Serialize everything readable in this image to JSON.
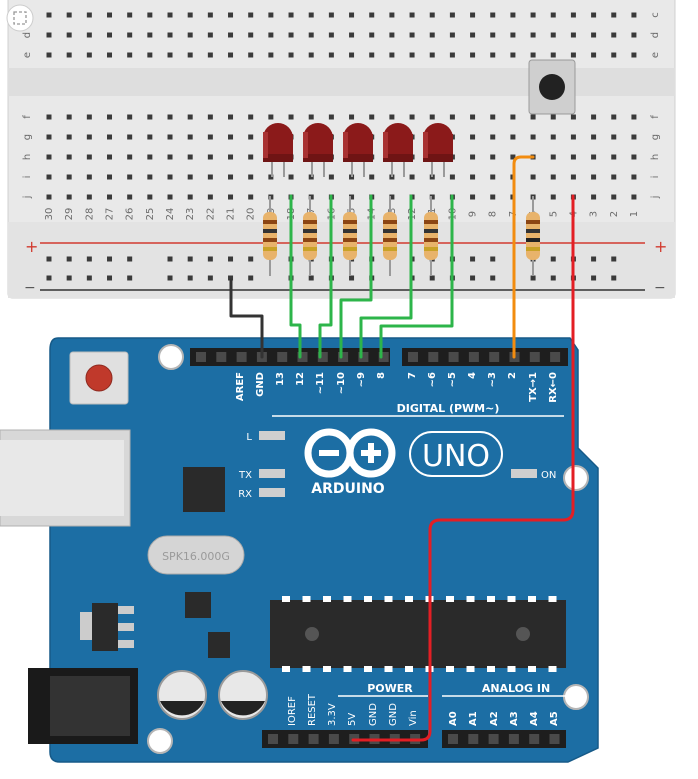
{
  "colors": {
    "breadboard": "#e9e9e9",
    "board_blue": "#1c6ea4",
    "led_red": "#8b1a1a",
    "wire_green": "#2db54a",
    "wire_orange": "#f28c0f",
    "wire_red": "#e31e24",
    "wire_black": "#333333"
  },
  "breadboard": {
    "row_labels_top": [
      "c",
      "d",
      "e"
    ],
    "row_labels_mid": [
      "f",
      "g",
      "h",
      "i",
      "j"
    ],
    "column_numbers": [
      "30",
      "29",
      "28",
      "27",
      "26",
      "25",
      "24",
      "23",
      "22",
      "21",
      "20",
      "19",
      "18",
      "17",
      "16",
      "15",
      "14",
      "13",
      "12",
      "11",
      "10",
      "9",
      "8",
      "7",
      "6",
      "5",
      "4",
      "3",
      "2",
      "1"
    ],
    "rail_plus": "+",
    "rail_minus": "−"
  },
  "arduino": {
    "digital_pins": [
      "AREF",
      "GND",
      "13",
      "12",
      "~11",
      "~10",
      "~9",
      "8",
      "7",
      "~6",
      "~5",
      "4",
      "~3",
      "2",
      "TX→1",
      "RX←0"
    ],
    "digital_label": "DIGITAL (PWM~)",
    "power_pins": [
      "IOREF",
      "RESET",
      "3.3V",
      "5V",
      "GND",
      "GND",
      "Vin"
    ],
    "power_label": "POWER",
    "analog_pins": [
      "A0",
      "A1",
      "A2",
      "A3",
      "A4",
      "A5"
    ],
    "analog_label": "ANALOG IN",
    "led_l": "L",
    "led_tx": "TX",
    "led_rx": "RX",
    "on_label": "ON",
    "brand": "ARDUINO",
    "model": "UNO",
    "crystal": "SPK16.000G"
  }
}
